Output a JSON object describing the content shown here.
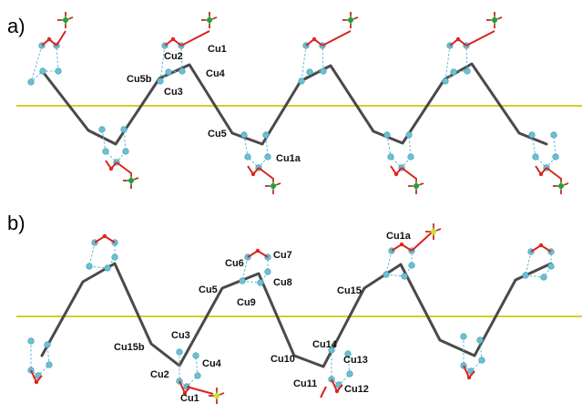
{
  "panels": [
    {
      "label": "a)",
      "atom_labels": [
        "Cu2",
        "Cu1",
        "Cu5b",
        "Cu4",
        "Cu3",
        "Cu5",
        "Cu1a"
      ]
    },
    {
      "label": "b)",
      "atom_labels": [
        "Cu1a",
        "Cu6",
        "Cu7",
        "Cu8",
        "Cu5",
        "Cu9",
        "Cu15",
        "Cu3",
        "Cu15b",
        "Cu4",
        "Cu2",
        "Cu1",
        "Cu14",
        "Cu10",
        "Cu13",
        "Cu11",
        "Cu12"
      ]
    }
  ],
  "colors": {
    "chain": "#4a4a4a",
    "axis_line": "#d9cc2a",
    "copper_atom": "#6bc0d3",
    "oxygen_atom": "#e0241e",
    "chlorine_atom": "#2c9b3c",
    "sulfur_atom": "#e5d321",
    "contact_dashes": "#5fb8cf"
  },
  "icons": [
    "copper-atom",
    "oxygen-atom",
    "chlorine-atom",
    "sulfur-atom",
    "contact-dash"
  ]
}
